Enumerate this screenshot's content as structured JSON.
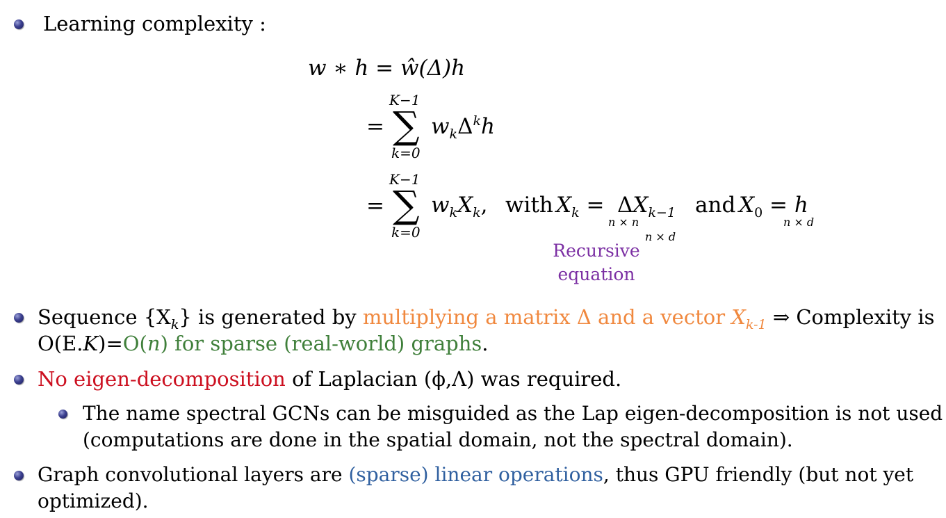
{
  "bullet1": {
    "label": "Learning complexity :"
  },
  "equation": {
    "line1": "w ∗ h = ŵ(Δ)h",
    "sum_upper": "K−1",
    "sum_lower": "k=0",
    "line2_term": "w_kΔ^k h",
    "line3_term": "w_kX_k,",
    "with": "with",
    "and": "and",
    "nn": "n × n",
    "nd1": "n × d",
    "nd2": "n × d"
  },
  "annotation": {
    "line1": "Recursive",
    "line2": "equation"
  },
  "bullet2": {
    "part1": "Sequence {X",
    "sub_k": "k",
    "part2": "} is generated by ",
    "orange": "multiplying a matrix Δ and a vector ",
    "orange_x": "X",
    "orange_sub": "k-1",
    "part3": " ⇒ Complexity is",
    "line2_a": "O(E.",
    "line2_k": "K",
    "line2_b": ")=",
    "green_a": "O(",
    "green_n": "n",
    "green_b": ") for sparse (real-world) graphs",
    "line2_end": "."
  },
  "bullet3": {
    "red": "No eigen-decomposition",
    "rest": " of Laplacian (ϕ,Λ) was required."
  },
  "subbullet": {
    "line1": "The name spectral GCNs can be misguided as the Lap eigen-decomposition is not used",
    "line2": "(computations are done in the spatial domain, not the spectral domain)."
  },
  "bullet4": {
    "part1": "Graph convolutional layers are ",
    "blue": "(sparse) linear operations",
    "part2": ", thus GPU friendly (but not yet",
    "line2": "optimized)."
  }
}
